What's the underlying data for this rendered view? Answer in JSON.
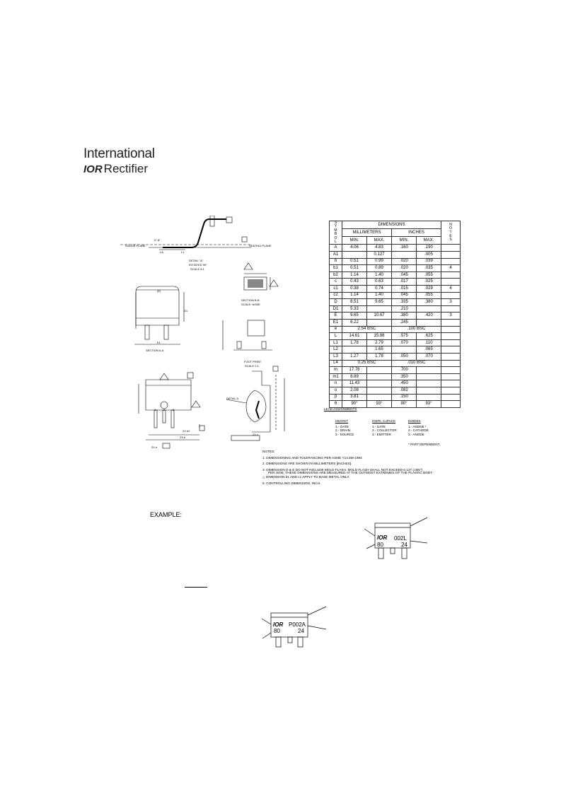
{
  "logo": {
    "line1": "International",
    "brand": "IOR",
    "line2": "Rectifier"
  },
  "drawing": {
    "gauge_plane": "GAUGE PLANE",
    "seating_plane": "SEATING PLANE",
    "angle": "0°-8°",
    "detail_a_title": "DETAIL \"A\"",
    "detail_a_rot": "ROTATED 90°",
    "detail_a_scale": "SCALE 8:1",
    "section_bb": "SECTION B-B",
    "section_bb_scale": "SCALE: NONE",
    "section_aa": "SECTION A-A",
    "footprint": "FOOT PRINT",
    "footprint_scale": "SCALE 2:1",
    "detail_a_label": "DETAIL A",
    "lbl_l1": "L1",
    "lbl_la": "LA",
    "lbl_d1": "D1",
    "lbl_e1": "E1",
    "lbl_e": "(E)",
    "lbl_2xb2": "2X b2",
    "lbl_2xb": "2X b",
    "lbl_2xe": "2X e",
    "lbl_2xc": "2X c",
    "num1": "1",
    "num2": "2",
    "num3": "3"
  },
  "table": {
    "symbol_header": [
      "S",
      "Y",
      "M",
      "B",
      "O",
      "L"
    ],
    "dimensions": "DIMENSIONS",
    "mm": "MILLIMETERS",
    "inches": "INCHES",
    "notes_header": [
      "N",
      "O",
      "T",
      "E",
      "S"
    ],
    "min": "MIN.",
    "max": "MAX.",
    "rows": [
      {
        "sym": "A",
        "mmin": "4.06",
        "mmax": "4.83",
        "imin": ".160",
        "imax": ".190",
        "note": ""
      },
      {
        "sym": "A1",
        "mmin": "",
        "mmax": "0.127",
        "imin": "",
        "imax": ".005",
        "note": ""
      },
      {
        "sym": "b",
        "mmin": "0.51",
        "mmax": "0.99",
        "imin": ".020",
        "imax": ".039",
        "note": ""
      },
      {
        "sym": "b1",
        "mmin": "0.51",
        "mmax": "0.89",
        "imin": ".020",
        "imax": ".035",
        "note": "4"
      },
      {
        "sym": "b2",
        "mmin": "1.14",
        "mmax": "1.40",
        "imin": ".045",
        "imax": ".055",
        "note": ""
      },
      {
        "sym": "c",
        "mmin": "0.43",
        "mmax": "0.63",
        "imin": ".017",
        "imax": ".025",
        "note": ""
      },
      {
        "sym": "c1",
        "mmin": "0.38",
        "mmax": "0.74",
        "imin": ".015",
        "imax": ".029",
        "note": "4"
      },
      {
        "sym": "c2",
        "mmin": "1.14",
        "mmax": "1.40",
        "imin": ".045",
        "imax": ".055",
        "note": ""
      },
      {
        "sym": "D",
        "mmin": "8.51",
        "mmax": "9.65",
        "imin": ".335",
        "imax": ".380",
        "note": "3"
      },
      {
        "sym": "D1",
        "mmin": "5.33",
        "mmax": "",
        "imin": ".210",
        "imax": "",
        "note": ""
      },
      {
        "sym": "E",
        "mmin": "9.65",
        "mmax": "10.67",
        "imin": ".380",
        "imax": ".420",
        "note": "3"
      },
      {
        "sym": "E1",
        "mmin": "6.22",
        "mmax": "",
        "imin": ".245",
        "imax": "",
        "note": ""
      },
      {
        "sym": "e",
        "mspan": "2.54 BSC",
        "ispan": ".100 BSC",
        "note": ""
      },
      {
        "sym": "L",
        "mmin": "14.61",
        "mmax": "15.88",
        "imin": ".575",
        "imax": ".625",
        "note": ""
      },
      {
        "sym": "L1",
        "mmin": "1.78",
        "mmax": "2.79",
        "imin": ".070",
        "imax": ".110",
        "note": ""
      },
      {
        "sym": "L2",
        "mmin": "",
        "mmax": "1.65",
        "imin": "",
        "imax": ".065",
        "note": ""
      },
      {
        "sym": "L3",
        "mmin": "1.27",
        "mmax": "1.78",
        "imin": ".050",
        "imax": ".070",
        "note": ""
      },
      {
        "sym": "L4",
        "mspan": "0.25 BSC",
        "ispan": ".010 BSC",
        "note": ""
      },
      {
        "sym": "m",
        "mmin": "17.78",
        "mmax": "",
        "imin": ".700",
        "imax": "",
        "note": ""
      },
      {
        "sym": "m1",
        "mmin": "8.89",
        "mmax": "",
        "imin": ".350",
        "imax": "",
        "note": ""
      },
      {
        "sym": "n",
        "mmin": "11.43",
        "mmax": "",
        "imin": ".450",
        "imax": "",
        "note": ""
      },
      {
        "sym": "o",
        "mmin": "2.08",
        "mmax": "",
        "imin": ".082",
        "imax": "",
        "note": ""
      },
      {
        "sym": "p",
        "mmin": "3.81",
        "mmax": "",
        "imin": ".150",
        "imax": "",
        "note": ""
      },
      {
        "sym": "θ",
        "mmin": "90°",
        "mmax": "93°",
        "imin": "90°",
        "imax": "93°",
        "note": ""
      }
    ]
  },
  "lead": {
    "title": "LEAD ASSIGNMENTS",
    "hexfet": {
      "h": "HEXFET",
      "l1": "1.- GATE",
      "l2": "2.- DRAIN",
      "l3": "3.- SOURCE"
    },
    "igbt": {
      "h": "IGBTs, CoPACK",
      "l1": "1.- GATE",
      "l2": "2.- COLLECTOR",
      "l3": "3.- EMITTER"
    },
    "diodes": {
      "h": "DIODES",
      "l1": "1.- ANODE *",
      "l2": "2.- CATHODE",
      "l3": "3.- ANODE"
    },
    "footnote": "* PART DEPENDENT."
  },
  "notes": {
    "title": "NOTES:",
    "n1": "1.  DIMENSIONING AND TOLERANCING PER ASME Y14.5M-1994",
    "n2": "2.  DIMENSIONS ARE SHOWN IN MILLIMETERS [INCHES].",
    "n3a": "3.  DIMENSION D & E DO NOT INCLUDE MOLD FLASH. MOLD FLASH SHALL NOT EXCEED 0.127 [.005\"]",
    "n3b": "PER SIDE. THESE DIMENSIONS ARE MEASURED AT THE OUTMOST EXTREMES OF THE PLASTIC BODY.",
    "n4": "DIMENSION b1 AND c1 APPLY TO BASE METAL ONLY.",
    "n5": "5.  CONTROLLING DIMENSION: INCH."
  },
  "example": {
    "label": "EXAMPLE:",
    "brand": "IOR",
    "pkg1_code": "002L",
    "pkg1_left": "80",
    "pkg1_right": "24",
    "pkg2_code": "P002A",
    "pkg2_left": "80",
    "pkg2_right": "24"
  }
}
